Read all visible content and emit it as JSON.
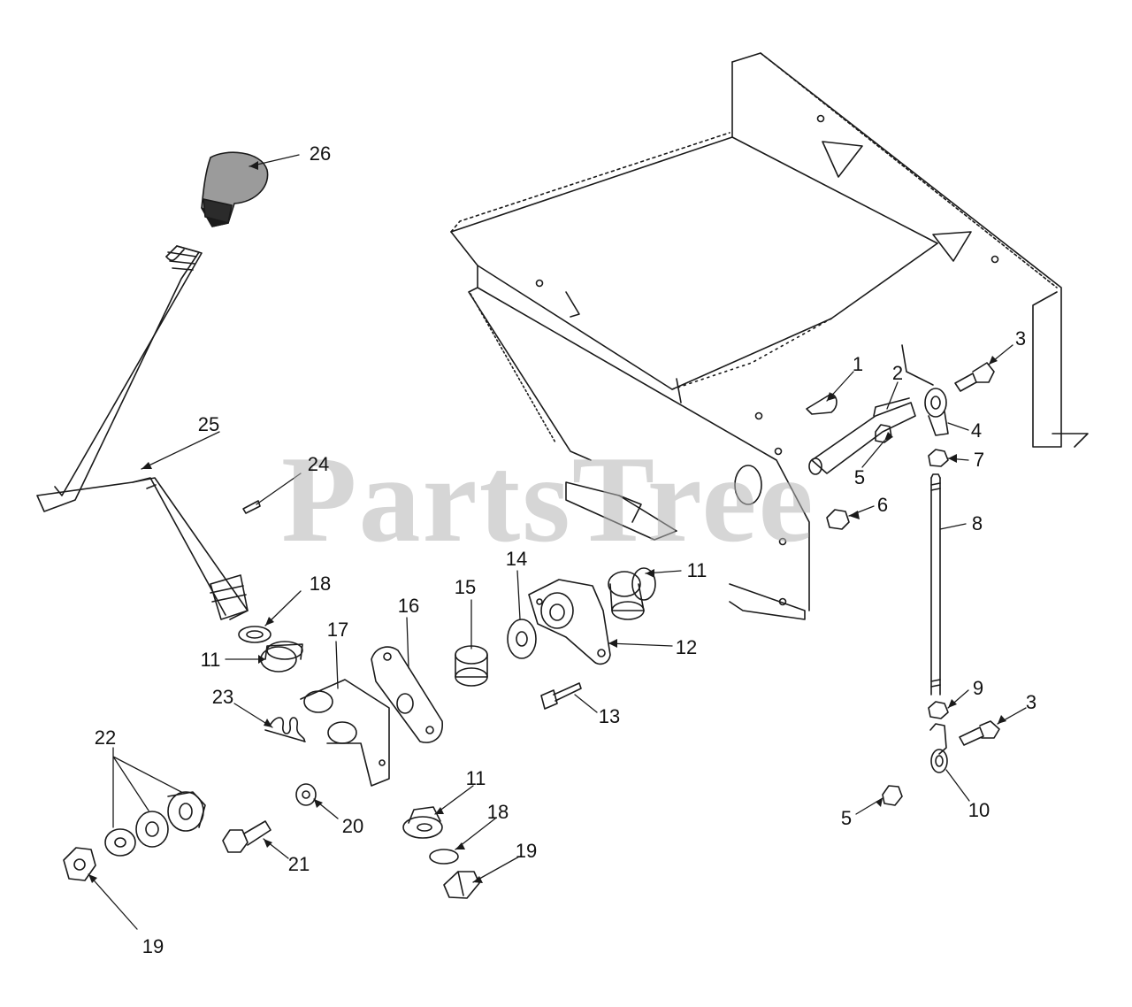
{
  "watermark": "PartsTree",
  "callouts": [
    {
      "id": "c26",
      "label": "26"
    },
    {
      "id": "c25",
      "label": "25"
    },
    {
      "id": "c24",
      "label": "24"
    },
    {
      "id": "c18a",
      "label": "18"
    },
    {
      "id": "c11a",
      "label": "11"
    },
    {
      "id": "c17",
      "label": "17"
    },
    {
      "id": "c16",
      "label": "16"
    },
    {
      "id": "c15",
      "label": "15"
    },
    {
      "id": "c14",
      "label": "14"
    },
    {
      "id": "c11b",
      "label": "11"
    },
    {
      "id": "c12",
      "label": "12"
    },
    {
      "id": "c13",
      "label": "13"
    },
    {
      "id": "c23",
      "label": "23"
    },
    {
      "id": "c22",
      "label": "22"
    },
    {
      "id": "c19a",
      "label": "19"
    },
    {
      "id": "c21",
      "label": "21"
    },
    {
      "id": "c20",
      "label": "20"
    },
    {
      "id": "c11c",
      "label": "11"
    },
    {
      "id": "c18b",
      "label": "18"
    },
    {
      "id": "c19b",
      "label": "19"
    },
    {
      "id": "c1",
      "label": "1"
    },
    {
      "id": "c2",
      "label": "2"
    },
    {
      "id": "c3a",
      "label": "3"
    },
    {
      "id": "c4",
      "label": "4"
    },
    {
      "id": "c5a",
      "label": "5"
    },
    {
      "id": "c7",
      "label": "7"
    },
    {
      "id": "c6",
      "label": "6"
    },
    {
      "id": "c8",
      "label": "8"
    },
    {
      "id": "c9",
      "label": "9"
    },
    {
      "id": "c3b",
      "label": "3"
    },
    {
      "id": "c10",
      "label": "10"
    },
    {
      "id": "c5b",
      "label": "5"
    }
  ]
}
